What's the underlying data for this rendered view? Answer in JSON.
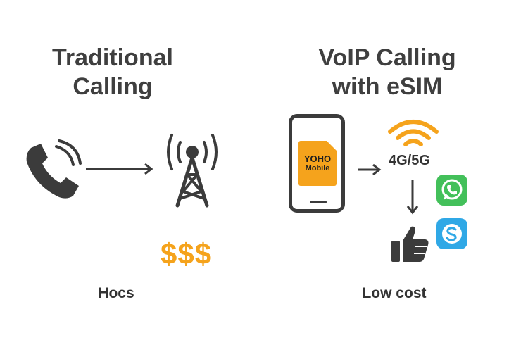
{
  "left": {
    "title_line1": "Traditional",
    "title_line2": "Calling",
    "price": "$$$",
    "caption": "Hocs"
  },
  "right": {
    "title_line1": "VoIP Calling",
    "title_line2": "with eSIM",
    "sim_brand": "YOHO",
    "sim_sub": "Mobile",
    "network": "4G/5G",
    "caption": "Low cost"
  },
  "icons": {
    "handset": "phone-handset-icon",
    "tower": "cell-tower-icon",
    "wifi": "wifi-signal-icon",
    "whatsapp": "whatsapp-icon",
    "skype": "skype-icon",
    "thumbs_up": "thumbs-up-icon"
  },
  "colors": {
    "text": "#3f3f3f",
    "accent": "#f5a31c",
    "whatsapp": "#43c05a",
    "skype": "#2fa8e6"
  }
}
